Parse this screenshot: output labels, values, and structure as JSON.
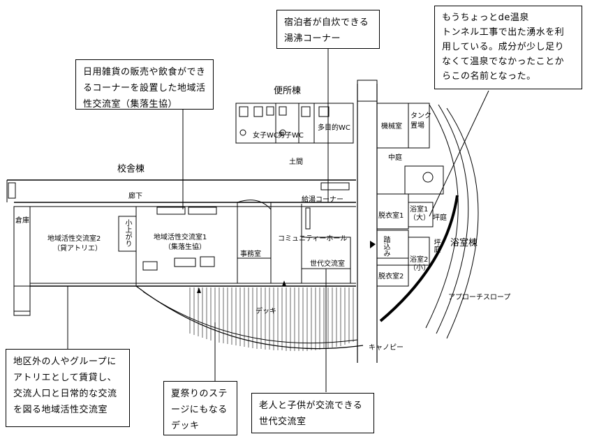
{
  "callouts": {
    "yuwakashi": "宿泊者が自炊できる\n湯沸コーナー",
    "onsen": "もうちょっとde温泉\nトンネル工事で出た湧水を利\n用している。成分が少し足り\nなくて温泉でなかったことか\nらこの名前となった。",
    "shuraku": "日用雑貨の販売や飲食ができるコーナーを設置した地域活性交流室（集落生協）",
    "atelier": "地区外の人やグループに\nアトリエとして賃貸し、\n交流人口と日常的な交流\nを図る地域活性交流室",
    "deck": "夏祭りのステ\nージにもなる\nデッキ",
    "sedai": "老人と子供が交流できる\n世代交流室"
  },
  "labels": {
    "benjo_to": "便所棟",
    "kosha_to": "校舎棟",
    "yokushitsu_to": "浴室棟",
    "josei_wc": "女子WC",
    "dansei_wc": "男子WC",
    "tamokuteki_wc": "多目的WC",
    "kikai_shitsu": "機械室",
    "tank_okiba": "タンク置場",
    "doma": "土間",
    "nakaniwa": "中庭",
    "roka": "廊下",
    "kyuto_corner": "給湯コーナー",
    "souko": "倉庫",
    "room2_title": "地域活性交流室2",
    "room2_sub": "（貸アトリエ）",
    "agari": "小上がり",
    "room1_title": "地域活性交流室1",
    "room1_sub": "（集落生協）",
    "jimushitsu": "事務室",
    "community_hall": "コミュニティーホール",
    "sedai_room": "世代交流室",
    "datsui1": "脱衣室1",
    "datsui2": "脱衣室2",
    "yoku1": "浴室1",
    "yoku1_sub": "（大）",
    "yoku2": "浴室2",
    "yoku2_sub": "（小）",
    "tsuboniwa1": "坪庭",
    "tsuboniwa2": "坪庭",
    "fumikomi": "踏込み",
    "deck": "デッキ",
    "approach": "アプローチスロープ",
    "canopy": "キャノピー"
  }
}
